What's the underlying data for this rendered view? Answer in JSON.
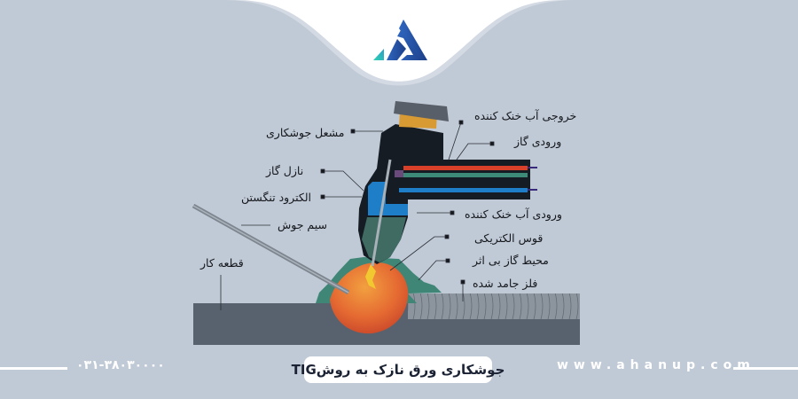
{
  "brand": {
    "logo": "ahanup-triangle-logo",
    "colors": {
      "logo_blue": "#2a5db0",
      "logo_dark_blue": "#1e3f8a",
      "logo_teal": "#2fc7b0"
    }
  },
  "diagram": {
    "title": "جوشکاری ورق نازک به روش TIG",
    "labels": {
      "torch": "مشعل جوشکاری",
      "gas_nozzle": "نازل گاز",
      "tungsten_electrode": "الکترود تنگستن",
      "filler_wire": "سیم جوش",
      "workpiece": "قطعه کار",
      "coolant_out": "خروجی آب خنک کننده",
      "gas_in": "ورودی گاز",
      "coolant_in": "ورودی آب خنک کننده",
      "electric_arc": "قوس الکتریکی",
      "inert_gas_shield": "محیط گاز بی اثر",
      "solidified_metal": "فلز جامد شده"
    },
    "colors": {
      "background": "#c0c9d6",
      "torch_body": "#161c24",
      "torch_cap": "#5a6068",
      "torch_collar": "#d89a32",
      "red_channel": "#d8402a",
      "green_channel": "#3e8a78",
      "blue_channel": "#1e7ec8",
      "gas_cup": "#3f6b62",
      "weld_pool": "#e4572e",
      "weld_pool_light": "#f09040",
      "shield_gas": "#3e8a7a",
      "workpiece": "#596370",
      "solid_bead": "#8a929c",
      "filler_wire": "#8e96a0"
    }
  },
  "footer": {
    "phone": "۰۳۱-۳۸۰۳۰۰۰۰",
    "title": "جوشکاری ورق نازک به روشTIG",
    "website": "www.ahanup.com"
  }
}
